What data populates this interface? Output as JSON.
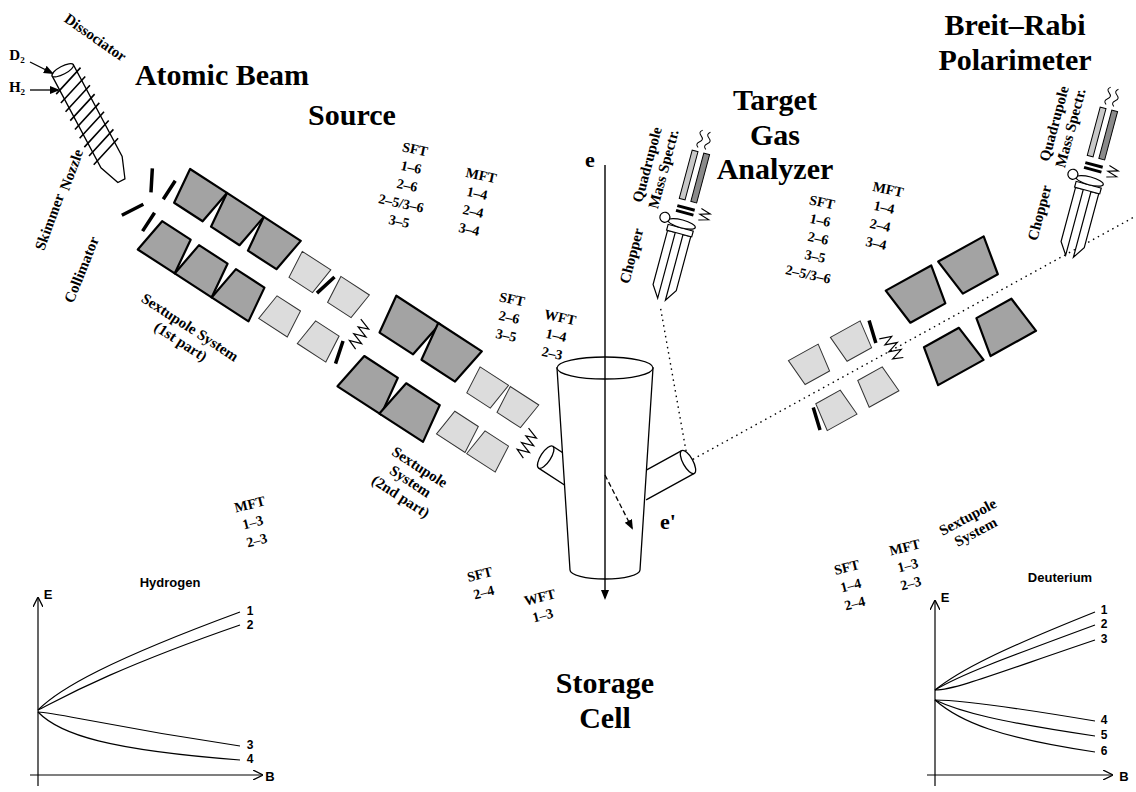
{
  "diagram": {
    "labels": [
      "Atomic Beam",
      "Source",
      "Target Gas Analyzer",
      "Breit–Rabi Polarimeter",
      "Storage Cell",
      "Dissociator",
      "D₂",
      "H₂",
      "Nozzle",
      "Skimmer",
      "Collimator",
      "Sextupole System (1st part)",
      "SFT",
      "1–6",
      "2–6",
      "2–5/3–6",
      "3–5",
      "MFT",
      "1–4",
      "2–4",
      "3–4",
      "Sextupole System (2nd part)",
      "SFT",
      "2–6",
      "3–5",
      "WFT",
      "1–4",
      "2–3",
      "MFT",
      "1–3",
      "2–3",
      "SFT",
      "2–4",
      "WFT",
      "1–3",
      "e",
      "e'",
      "Chopper",
      "Quadrupole Mass Spectr.",
      "SFT",
      "1–6",
      "2–6",
      "3–5",
      "2–5/3–6",
      "MFT",
      "1–4",
      "2–4",
      "3–4",
      "Chopper",
      "Quadrupole Mass Spectr.",
      "Sextupole System",
      "SFT",
      "1–4",
      "2–4",
      "MFT",
      "1–3",
      "2–3",
      "Hydrogen",
      "E",
      "B",
      "1",
      "2",
      "3",
      "4",
      "Deuterium",
      "E",
      "B",
      "1",
      "2",
      "3",
      "4",
      "5",
      "6"
    ]
  }
}
